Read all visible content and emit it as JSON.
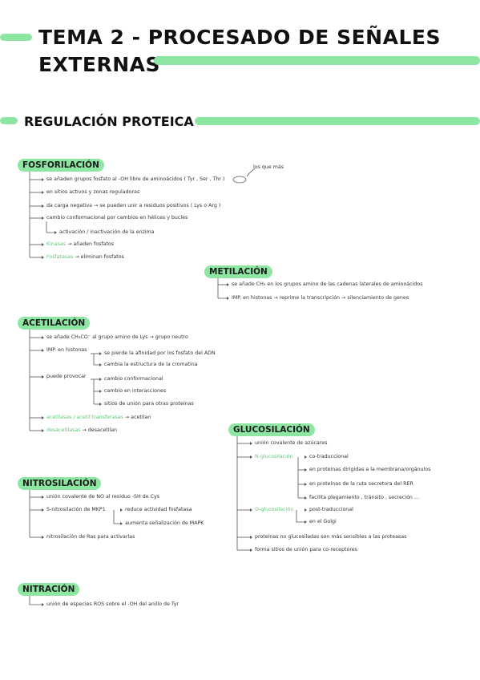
{
  "title": {
    "line1": "TEMA 2 - PROCESADO DE SEÑALES",
    "line2": "EXTERNAS"
  },
  "section": "REGULACIÓN PROTEICA",
  "fosforilacion": {
    "tag": "FOSFORILACIÓN",
    "note": "los que más",
    "items": [
      "se añaden grupos fosfato al -OH libre de aminoácidos ( Tyr , Ser , Thr )",
      "en sitios activos y zonas reguladoras",
      "da carga negativa → se pueden unir a residuos positivos ( Lys o Arg )",
      "cambio conformacional por cambios en hélices y bucles",
      "activación / inactivación de la enzima"
    ],
    "kinasas": "Kinasas",
    "kinasas_txt": "→ añaden fosfatos",
    "fosfatasas": "Fosfatasas",
    "fosfatasas_txt": "→ eliminan fosfatos"
  },
  "metilacion": {
    "tag": "METILACIÓN",
    "items": [
      "se añade CH₃ en los grupos amino de las cadenas laterales de aminoácidos",
      "IMP. en histonas → reprime la transcripción → silenciamiento de genes"
    ]
  },
  "acetilacion": {
    "tag": "ACETILACIÓN",
    "item1": "se añade CH₃CO⁻ al grupo amino de Lys → grupo neutro",
    "imp_label": "IMP. en histonas",
    "imp_items": [
      "se pierde la afinidad por los fosfato del ADN",
      "cambia la estructura de la cromatina"
    ],
    "puede_label": "puede provocar",
    "puede_items": [
      "cambio conformacional",
      "cambio en interacciones",
      "sitios de unión para otras proteínas"
    ],
    "acetilasas": "acetilasas / acetil transferasas",
    "acetilasas_txt": "→ acetilan",
    "desacetilasas": "desacetilasas",
    "desacetilasas_txt": "→ desacetilan"
  },
  "glucosilacion": {
    "tag": "GLUCOSILACIÓN",
    "item1": "unión covalente de azúcares",
    "n_label": "N-glucosilación",
    "n_items": [
      "co-traduccional",
      "en proteínas dirigidas a la membrana/orgánulos",
      "en proteínas de la ruta secretora del RER",
      "facilita plegamiento , tránsito , secreción ..."
    ],
    "o_label": "O-glucosilación",
    "o_items": [
      "post-traduccional",
      "en el Golgi"
    ],
    "items_end": [
      "proteínas no glucosiladas son más sensibles a las proteasas",
      "forma sitios de unión para co-receptores"
    ]
  },
  "nitrosilacion": {
    "tag": "NITROSILACIÓN",
    "item1": "unión covalente de NO al residuo -SH de Cys",
    "s_label": "S-nitrosilación de MKP1",
    "s_items": [
      "reduce actividad fosfatasa",
      "aumenta señalización de MAPK"
    ],
    "item3": "nitrosilación de Ras para activarlas"
  },
  "nitracion": {
    "tag": "NITRACIÓN",
    "item1": "unión de especies ROS sobre el -OH del anillo de Tyr"
  }
}
